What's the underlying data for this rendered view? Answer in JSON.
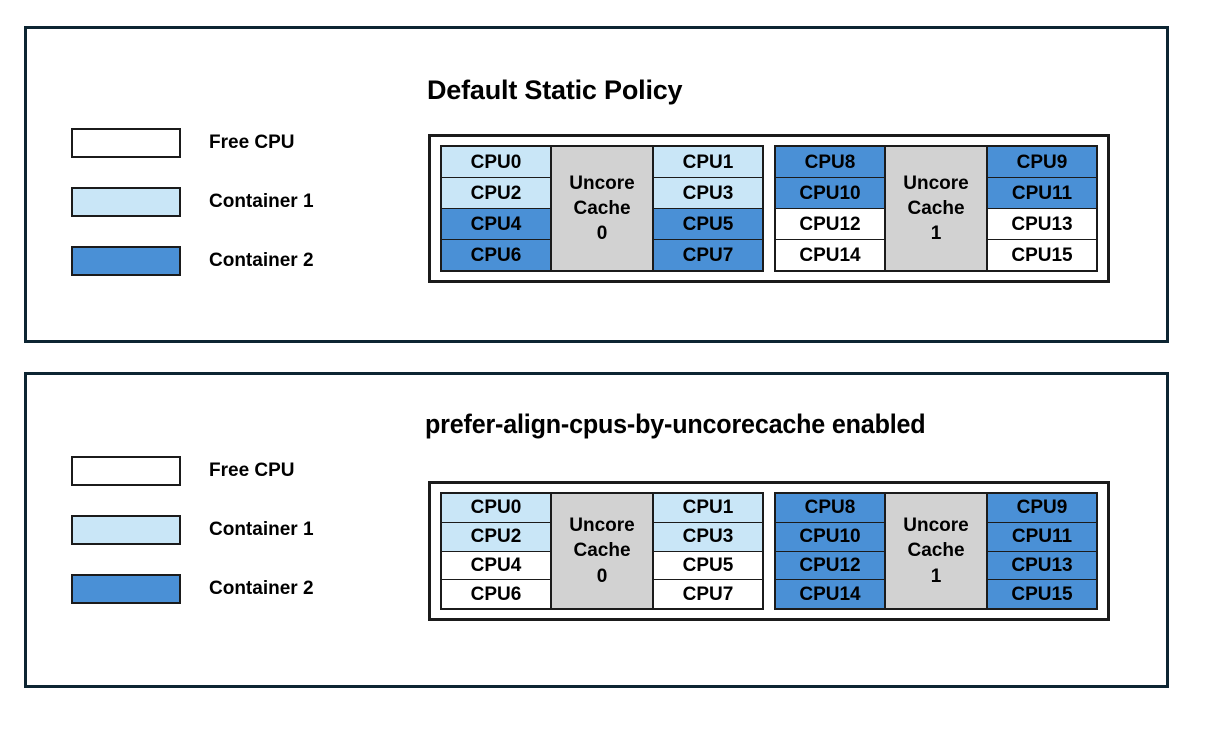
{
  "colors": {
    "free": "#ffffff",
    "container1": "#c9e6f7",
    "container2": "#4a90d6",
    "cache": "#d2d2d2",
    "outline": "#1b1b1b",
    "panel_border": "#0d2532"
  },
  "legend": {
    "items": [
      {
        "label": "Free CPU",
        "fill": "#ffffff"
      },
      {
        "label": "Container 1",
        "fill": "#c9e6f7"
      },
      {
        "label": "Container 2",
        "fill": "#4a90d6"
      }
    ]
  },
  "panels": [
    {
      "title": "Default Static Policy",
      "legend": [
        {
          "label": "Free CPU",
          "fill": "#ffffff"
        },
        {
          "label": "Container 1",
          "fill": "#c9e6f7"
        },
        {
          "label": "Container 2",
          "fill": "#4a90d6"
        }
      ],
      "sockets": [
        {
          "cache_label_line1": "Uncore",
          "cache_label_line2": "Cache",
          "cache_label_line3": "0",
          "left_column": [
            {
              "label": "CPU0",
              "fill": "#c9e6f7",
              "owner": "Container 1"
            },
            {
              "label": "CPU2",
              "fill": "#c9e6f7",
              "owner": "Container 1"
            },
            {
              "label": "CPU4",
              "fill": "#4a90d6",
              "owner": "Container 2"
            },
            {
              "label": "CPU6",
              "fill": "#4a90d6",
              "owner": "Container 2"
            }
          ],
          "right_column": [
            {
              "label": "CPU1",
              "fill": "#c9e6f7",
              "owner": "Container 1"
            },
            {
              "label": "CPU3",
              "fill": "#c9e6f7",
              "owner": "Container 1"
            },
            {
              "label": "CPU5",
              "fill": "#4a90d6",
              "owner": "Container 2"
            },
            {
              "label": "CPU7",
              "fill": "#4a90d6",
              "owner": "Container 2"
            }
          ]
        },
        {
          "cache_label_line1": "Uncore",
          "cache_label_line2": "Cache",
          "cache_label_line3": "1",
          "left_column": [
            {
              "label": "CPU8",
              "fill": "#4a90d6",
              "owner": "Container 2"
            },
            {
              "label": "CPU10",
              "fill": "#4a90d6",
              "owner": "Container 2"
            },
            {
              "label": "CPU12",
              "fill": "#ffffff",
              "owner": "Free CPU"
            },
            {
              "label": "CPU14",
              "fill": "#ffffff",
              "owner": "Free CPU"
            }
          ],
          "right_column": [
            {
              "label": "CPU9",
              "fill": "#4a90d6",
              "owner": "Container 2"
            },
            {
              "label": "CPU11",
              "fill": "#4a90d6",
              "owner": "Container 2"
            },
            {
              "label": "CPU13",
              "fill": "#ffffff",
              "owner": "Free CPU"
            },
            {
              "label": "CPU15",
              "fill": "#ffffff",
              "owner": "Free CPU"
            }
          ]
        }
      ]
    },
    {
      "title": "prefer-align-cpus-by-uncorecache enabled",
      "legend": [
        {
          "label": "Free CPU",
          "fill": "#ffffff"
        },
        {
          "label": "Container 1",
          "fill": "#c9e6f7"
        },
        {
          "label": "Container 2",
          "fill": "#4a90d6"
        }
      ],
      "sockets": [
        {
          "cache_label_line1": "Uncore",
          "cache_label_line2": "Cache",
          "cache_label_line3": "0",
          "left_column": [
            {
              "label": "CPU0",
              "fill": "#c9e6f7",
              "owner": "Container 1"
            },
            {
              "label": "CPU2",
              "fill": "#c9e6f7",
              "owner": "Container 1"
            },
            {
              "label": "CPU4",
              "fill": "#ffffff",
              "owner": "Free CPU"
            },
            {
              "label": "CPU6",
              "fill": "#ffffff",
              "owner": "Free CPU"
            }
          ],
          "right_column": [
            {
              "label": "CPU1",
              "fill": "#c9e6f7",
              "owner": "Container 1"
            },
            {
              "label": "CPU3",
              "fill": "#c9e6f7",
              "owner": "Container 1"
            },
            {
              "label": "CPU5",
              "fill": "#ffffff",
              "owner": "Free CPU"
            },
            {
              "label": "CPU7",
              "fill": "#ffffff",
              "owner": "Free CPU"
            }
          ]
        },
        {
          "cache_label_line1": "Uncore",
          "cache_label_line2": "Cache",
          "cache_label_line3": "1",
          "left_column": [
            {
              "label": "CPU8",
              "fill": "#4a90d6",
              "owner": "Container 2"
            },
            {
              "label": "CPU10",
              "fill": "#4a90d6",
              "owner": "Container 2"
            },
            {
              "label": "CPU12",
              "fill": "#4a90d6",
              "owner": "Container 2"
            },
            {
              "label": "CPU14",
              "fill": "#4a90d6",
              "owner": "Container 2"
            }
          ],
          "right_column": [
            {
              "label": "CPU9",
              "fill": "#4a90d6",
              "owner": "Container 2"
            },
            {
              "label": "CPU11",
              "fill": "#4a90d6",
              "owner": "Container 2"
            },
            {
              "label": "CPU13",
              "fill": "#4a90d6",
              "owner": "Container 2"
            },
            {
              "label": "CPU15",
              "fill": "#4a90d6",
              "owner": "Container 2"
            }
          ]
        }
      ]
    }
  ]
}
